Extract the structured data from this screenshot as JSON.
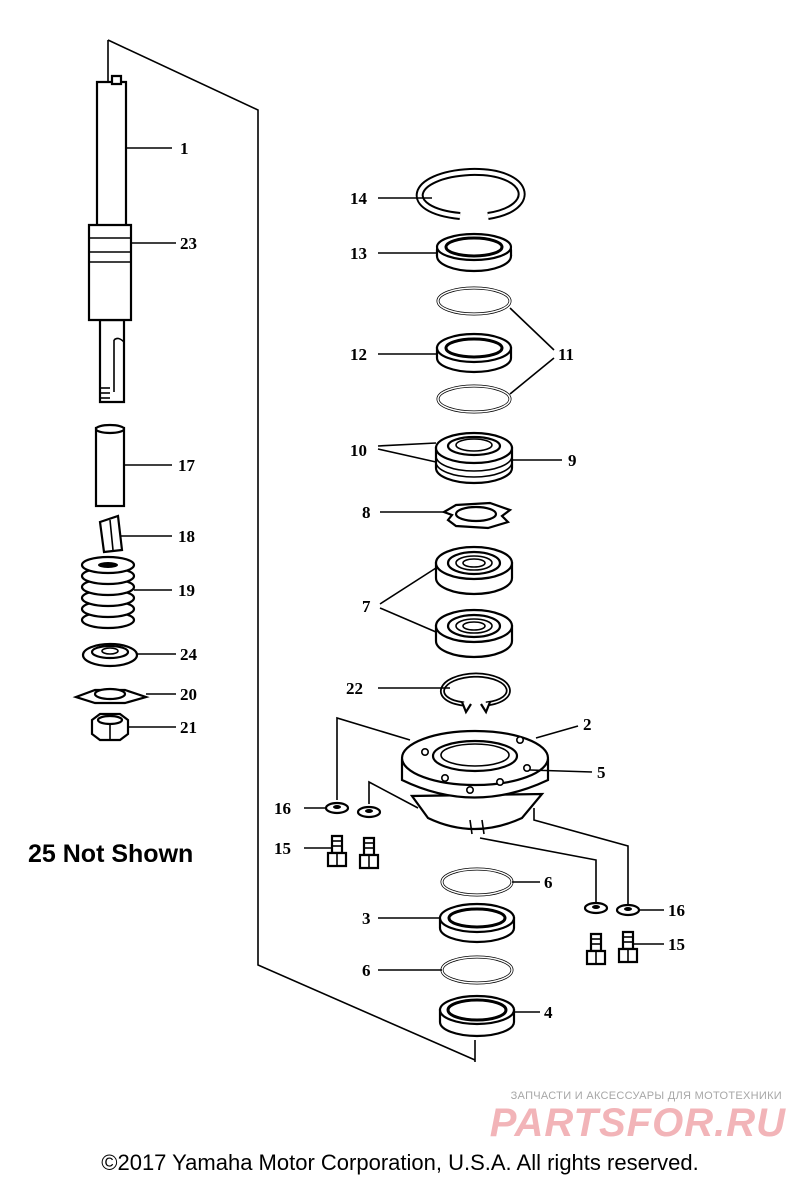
{
  "note": "25 Not Shown",
  "copyright": "©2017 Yamaha Motor Corporation, U.S.A. All rights reserved.",
  "watermark": {
    "top_line": "ЗАПЧАСТИ И АКСЕССУАРЫ ДЛЯ МОТОТЕХНИКИ",
    "logo": "PARTSFOR.RU",
    "logo_color": "#f2b4b8"
  },
  "callouts": {
    "c1": "1",
    "c23": "23",
    "c17": "17",
    "c18": "18",
    "c19": "19",
    "c24": "24",
    "c20": "20",
    "c21": "21",
    "c14": "14",
    "c13": "13",
    "c11": "11",
    "c12": "12",
    "c10": "10",
    "c9": "9",
    "c8": "8",
    "c7": "7",
    "c22": "22",
    "c2": "2",
    "c5": "5",
    "c16a": "16",
    "c15a": "15",
    "c6a": "6",
    "c3": "3",
    "c16b": "16",
    "c15b": "15",
    "c6b": "6",
    "c4": "4"
  }
}
